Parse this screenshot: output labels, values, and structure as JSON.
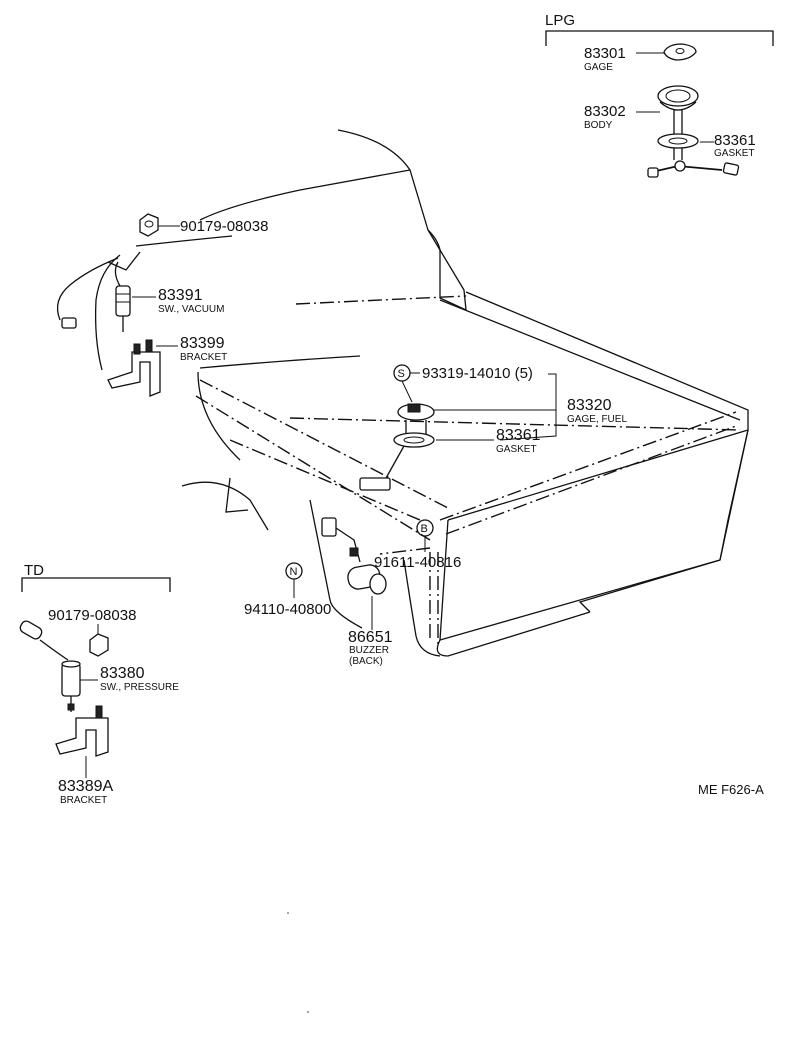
{
  "sections": {
    "lpg": "LPG",
    "td": "TD"
  },
  "drawing_code": "ME F626-A",
  "parts": {
    "p83301": {
      "number": "83301",
      "desc": "GAGE"
    },
    "p83302": {
      "number": "83302",
      "desc": "BODY"
    },
    "p83361_lpg": {
      "number": "83361",
      "desc": "GASKET"
    },
    "p90179_top": {
      "number": "90179-08038"
    },
    "p83391": {
      "number": "83391",
      "desc": "SW., VACUUM"
    },
    "p83399": {
      "number": "83399",
      "desc": "BRACKET"
    },
    "p93319": {
      "number": "93319-14010 (5)",
      "marker": "S"
    },
    "p83320": {
      "number": "83320",
      "desc": "GAGE, FUEL"
    },
    "p83361": {
      "number": "83361",
      "desc": "GASKET"
    },
    "p91611": {
      "number": "91611-40816",
      "marker": "B"
    },
    "p94110": {
      "number": "94110-40800",
      "marker": "N"
    },
    "p86651": {
      "number": "86651",
      "desc1": "BUZZER",
      "desc2": "(BACK)"
    },
    "p90179_td": {
      "number": "90179-08038"
    },
    "p83380": {
      "number": "83380",
      "desc": "SW., PRESSURE"
    },
    "p83389A": {
      "number": "83389A",
      "desc": "BRACKET"
    }
  }
}
